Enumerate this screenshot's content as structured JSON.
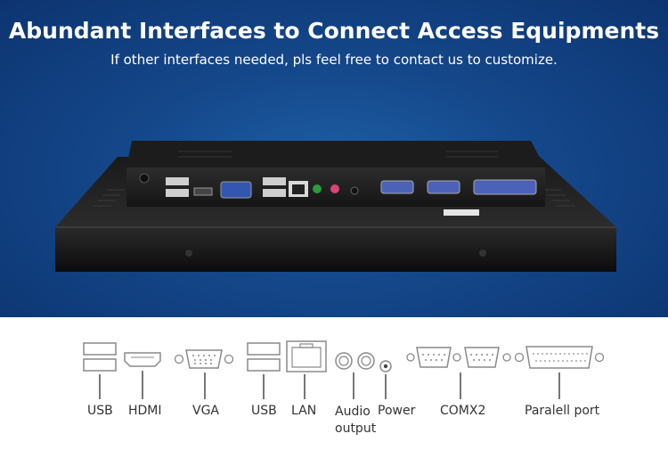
{
  "header": {
    "title": "Abundant Interfaces to Connect Access Equipments",
    "subtitle": "If other interfaces needed, pls feel free to contact us to customize."
  },
  "ports": {
    "usb1": "USB",
    "hdmi": "HDMI",
    "vga": "VGA",
    "usb2": "USB",
    "lan": "LAN",
    "audio_line1": "Audio",
    "audio_line2": "output",
    "power": "Power",
    "com": "COMX2",
    "parallel": "Paralell port"
  },
  "colors": {
    "hero_blue": "#14478a",
    "device_black": "#1a1a1a",
    "icon_gray": "#8a8a8a"
  }
}
